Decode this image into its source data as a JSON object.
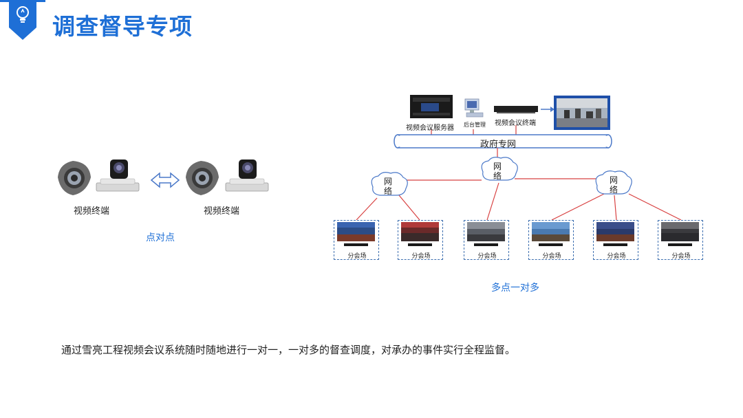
{
  "header": {
    "title": "调查督导专项",
    "badge_icon": "lightbulb-icon",
    "accent": "#1e6fd6"
  },
  "point_to_point": {
    "left_label": "视频终端",
    "right_label": "视频终端",
    "caption": "点对点",
    "arrow_icon": "double-arrow-icon"
  },
  "multipoint": {
    "server_label": "视频会议服务器",
    "admin_label": "后台管理",
    "terminal_label": "视频会议终端",
    "network_label": "政府专网",
    "clouds": [
      {
        "line1": "网",
        "line2": "络"
      },
      {
        "line1": "网",
        "line2": "络"
      },
      {
        "line1": "网",
        "line2": "络"
      }
    ],
    "venues": [
      "分会场",
      "分会场",
      "分会场",
      "分会场",
      "分会场",
      "分会场"
    ],
    "caption": "多点一对多"
  },
  "footer": {
    "text": "通过雪亮工程视频会议系统随时随地进行一对一，一对多的督查调度，对承办的事件实行全程监督。"
  }
}
